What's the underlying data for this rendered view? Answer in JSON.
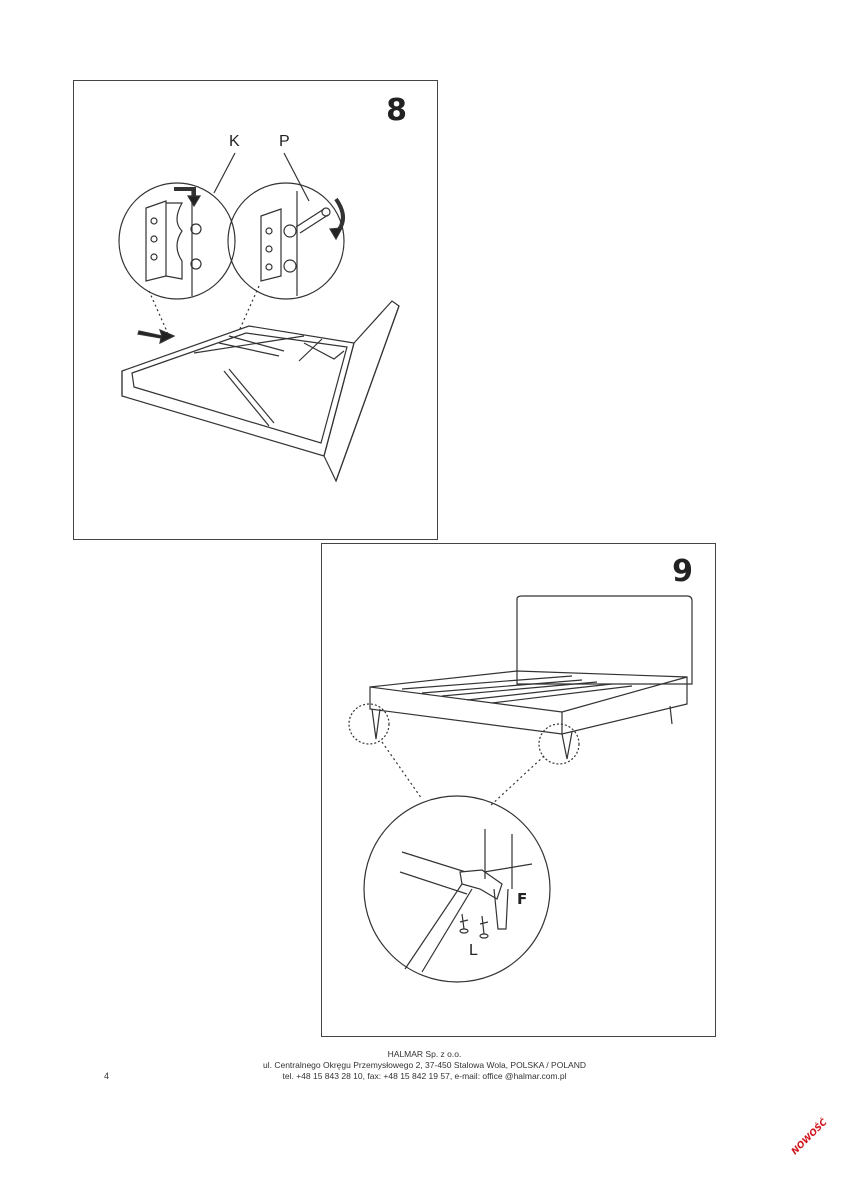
{
  "step8": {
    "number": "8",
    "label_k": "K",
    "label_p": "P"
  },
  "step9": {
    "number": "9",
    "label_f": "F",
    "label_l": "L"
  },
  "footer": {
    "line1": "HALMAR Sp. z o.o.",
    "line2": "ul. Centralnego Okręgu Przemysłowego 2, 37-450 Stalowa Wola, POLSKA / POLAND",
    "line3": "tel. +48 15 843 28 10, fax: +48 15 842 19 57, e-mail: office @halmar.com.pl"
  },
  "page_number": "4",
  "badge": "NOWOŚĆ",
  "colors": {
    "line": "#333333",
    "badge": "#d0171f"
  }
}
